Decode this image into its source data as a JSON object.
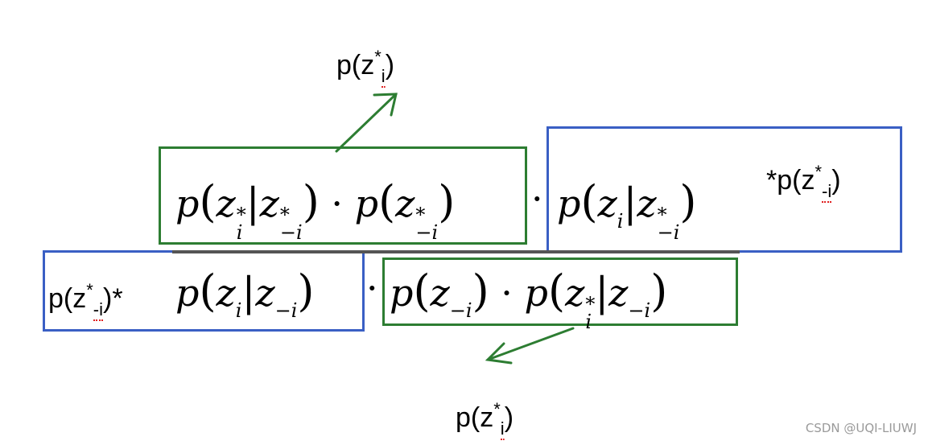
{
  "labels": {
    "top": "p(z*i)",
    "top_base": "p(z",
    "top_sup": "*",
    "top_sub": "i",
    "top_close": ")",
    "right_prefix": "*p(z",
    "right_sup": "*",
    "right_sub": "-i",
    "right_close": ")",
    "left": "p(z*-i)*",
    "left_base": "p(z",
    "left_sup": "*",
    "left_sub": "-i",
    "left_close": ")*",
    "bottom_base": "p(z",
    "bottom_sup": "*",
    "bottom_sub": "i",
    "bottom_close": ")"
  },
  "formula": {
    "numerator": {
      "t1_p": "p",
      "t1_z": "z",
      "t1_sup": "*",
      "t1_sub": "i",
      "t1_z2": "z",
      "t1_sup2": "*",
      "t1_sub2": "−i",
      "dot1": "·",
      "t2_p": "p",
      "t2_z": "z",
      "t2_sup": "*",
      "t2_sub": "−i",
      "dot2": "·",
      "t3_p": "p",
      "t3_z": "z",
      "t3_sub": "i",
      "t3_z2": "z",
      "t3_sup2": "*",
      "t3_sub2": "−i"
    },
    "denominator": {
      "t1_p": "p",
      "t1_z": "z",
      "t1_sub": "i",
      "t1_z2": "z",
      "t1_sub2": "−i",
      "dot1": "·",
      "t2_p": "p",
      "t2_z": "z",
      "t2_sub": "−i",
      "dot2": "·",
      "t3_p": "p",
      "t3_z": "z",
      "t3_sup": "*",
      "t3_sub": "i",
      "t3_z2": "z",
      "t3_sub2": "−i"
    }
  },
  "colors": {
    "green": "#2d7d32",
    "blue": "#3a5fc4",
    "squiggle": "#e02020"
  },
  "watermark": "CSDN @UQI-LIUWJ"
}
